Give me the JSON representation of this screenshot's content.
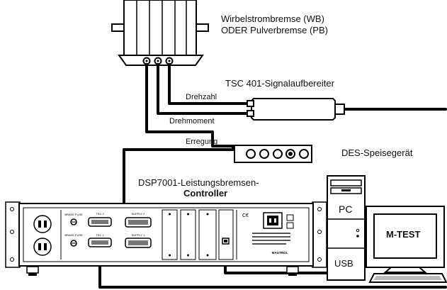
{
  "labels": {
    "brake_line1": "Wirbelstrombremse (WB)",
    "brake_line2": "ODER Pulverbremse (PB)",
    "signal_conditioner": "TSC 401-Signalaufbereiter",
    "speed": "Drehzahl",
    "torque": "Drehmoment",
    "excitation": "Erregung",
    "power_supply": "DES-Speisegerät",
    "controller_line1": "DSP7001-Leistungsbremsen-",
    "controller_line2": "Controller",
    "pc": "PC",
    "software": "M-TEST",
    "usb": "USB"
  },
  "controller_panel_labels": {
    "brake_fuse": "BRAKE FUSE",
    "tsc1": "TSC 1",
    "tsc2": "TSC 2",
    "supply1": "SUPPLY 1",
    "supply2": "SUPPLY 2",
    "magtrol": "MAGTROL"
  }
}
